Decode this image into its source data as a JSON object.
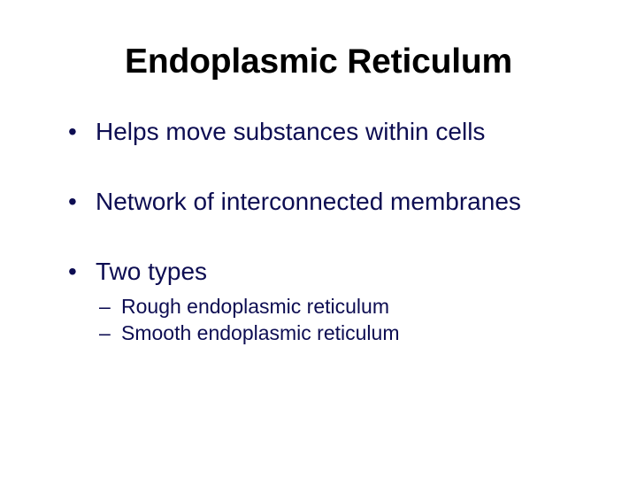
{
  "slide": {
    "title": "Endoplasmic Reticulum",
    "title_color": "#000000",
    "body_color": "#0d0d52",
    "background_color": "#ffffff",
    "bullet_glyph": "•",
    "sub_bullet_glyph": "–",
    "bullets": [
      {
        "text": "Helps move substances within cells",
        "sub_items": []
      },
      {
        "text": "Network of interconnected membranes",
        "sub_items": []
      },
      {
        "text": "Two types",
        "sub_items": [
          "Rough endoplasmic reticulum",
          "Smooth endoplasmic reticulum"
        ]
      }
    ]
  }
}
